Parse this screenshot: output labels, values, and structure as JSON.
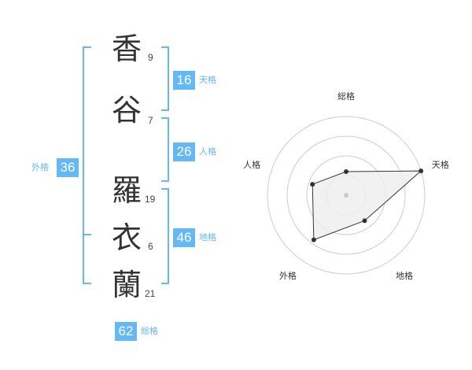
{
  "name_chars": [
    {
      "char": "香",
      "strokes": "9"
    },
    {
      "char": "谷",
      "strokes": "7"
    },
    {
      "char": "羅",
      "strokes": "19"
    },
    {
      "char": "衣",
      "strokes": "6"
    },
    {
      "char": "蘭",
      "strokes": "21"
    }
  ],
  "fortune": {
    "tenkaku": {
      "value": "16",
      "label": "天格"
    },
    "jinkaku": {
      "value": "26",
      "label": "人格"
    },
    "chikaku": {
      "value": "46",
      "label": "地格"
    },
    "gaikaku": {
      "value": "36",
      "label": "外格"
    },
    "soukaku": {
      "value": "62",
      "label": "総格"
    }
  },
  "colors": {
    "accent": "#63b8f5",
    "text": "#333333",
    "grid": "#cccccc"
  },
  "chart_data": {
    "type": "radar",
    "axes": [
      "総格",
      "天格",
      "地格",
      "外格",
      "人格"
    ],
    "values": [
      0.3,
      1.0,
      0.4,
      0.7,
      0.45
    ],
    "max": 1.0,
    "rings": 4,
    "fill": "#eeeeee",
    "stroke": "#333333"
  }
}
